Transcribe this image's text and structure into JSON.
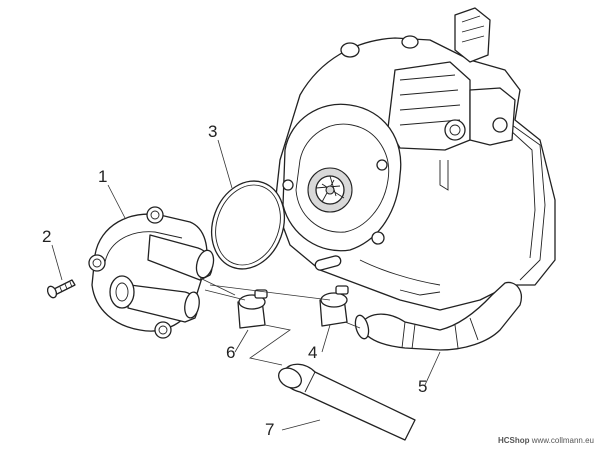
{
  "callouts": [
    "1",
    "2",
    "3",
    "4",
    "5",
    "6",
    "7"
  ],
  "footer": {
    "brand": "HCShop",
    "site": "www.collmann.eu"
  }
}
